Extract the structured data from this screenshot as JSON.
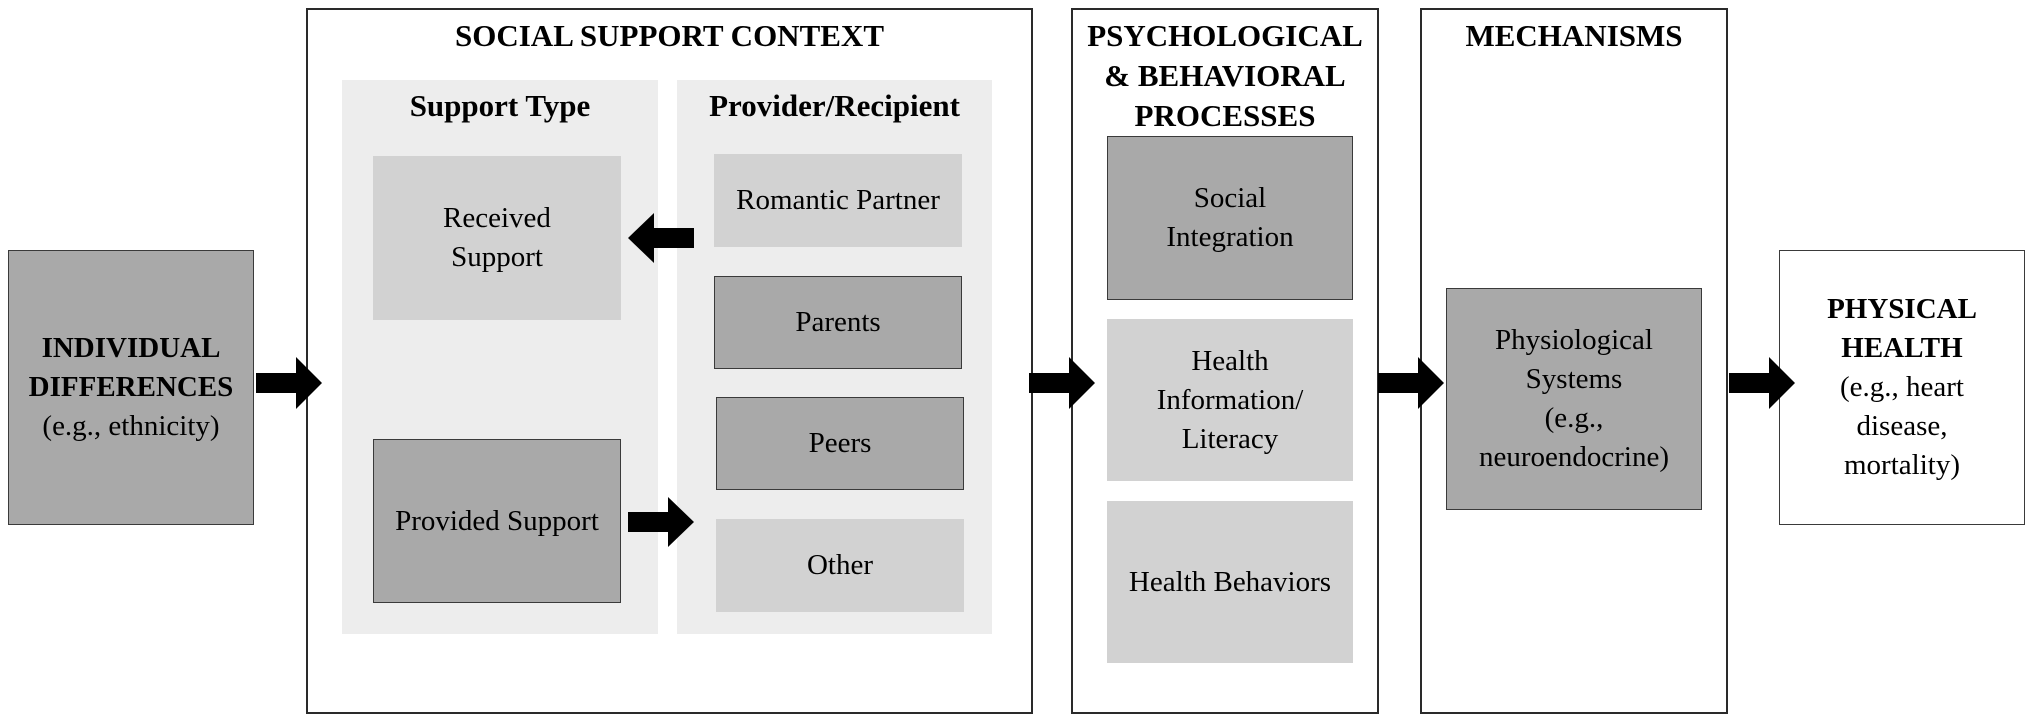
{
  "colors": {
    "dark_box": "#a9a9a9",
    "light_box": "#d2d2d2",
    "panel": "#ededed",
    "arrow": "#000000"
  },
  "individual_differences": {
    "line1": "INDIVIDUAL",
    "line2": "DIFFERENCES",
    "line3": "(e.g., ethnicity)"
  },
  "social_support": {
    "title": "SOCIAL SUPPORT CONTEXT",
    "support_type": {
      "title": "Support Type",
      "received_1": "Received",
      "received_2": "Support",
      "provided": "Provided Support"
    },
    "provider": {
      "title": "Provider/Recipient",
      "items": [
        "Romantic Partner",
        "Parents",
        "Peers",
        "Other"
      ]
    }
  },
  "psych": {
    "title_1": "PSYCHOLOGICAL",
    "title_2": "& BEHAVIORAL",
    "title_3": "PROCESSES",
    "social_integration_1": "Social",
    "social_integration_2": "Integration",
    "health_info_1": "Health",
    "health_info_2": "Information/",
    "health_info_3": "Literacy",
    "health_behaviors": "Health Behaviors"
  },
  "mechanisms": {
    "title": "MECHANISMS",
    "line1": "Physiological",
    "line2": "Systems",
    "line3": "(e.g.,",
    "line4": "neuroendocrine)"
  },
  "physical_health": {
    "line1": "PHYSICAL",
    "line2": "HEALTH",
    "line3": "(e.g., heart",
    "line4": "disease,",
    "line5": "mortality)"
  }
}
